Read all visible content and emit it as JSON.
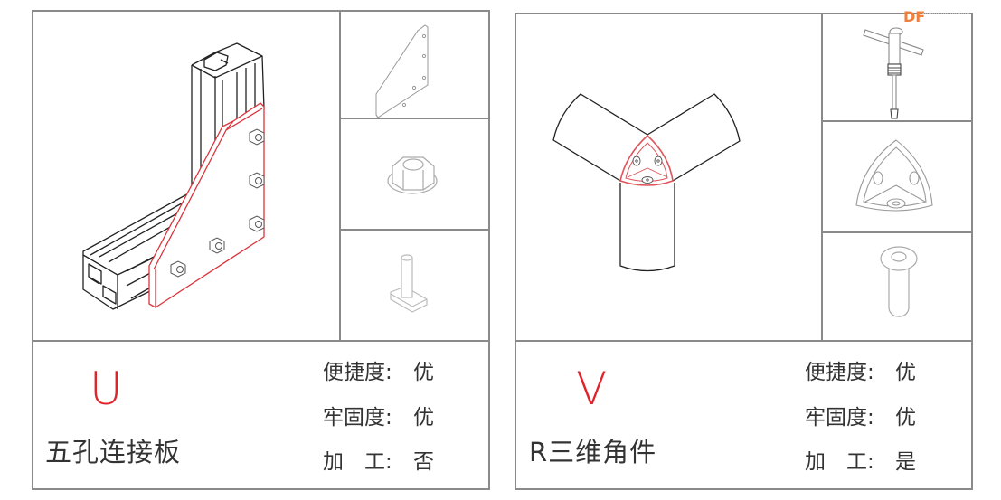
{
  "watermark": {
    "text": "DF",
    "color": "#f07f3c"
  },
  "accent_color": "#e0242c",
  "cards": [
    {
      "id": "U",
      "letter": "U",
      "name": "五孔连接板",
      "main_illustration": "aluminum-profile-L-joint-with-five-hole-plate",
      "parts": [
        "five-hole-plate",
        "flange-nut",
        "t-bolt"
      ],
      "specs": [
        {
          "label": "便捷度:",
          "value": "优"
        },
        {
          "label": "牢固度:",
          "value": "优"
        },
        {
          "label": "加　工:",
          "value": "否"
        }
      ]
    },
    {
      "id": "V",
      "letter": "V",
      "name": "R三维角件",
      "main_illustration": "three-way-tube-joint-with-r-corner-piece",
      "parts": [
        "tap-wrench",
        "r-corner-connector",
        "countersunk-screw"
      ],
      "specs": [
        {
          "label": "便捷度:",
          "value": "优"
        },
        {
          "label": "牢固度:",
          "value": "优"
        },
        {
          "label": "加　工:",
          "value": "是"
        }
      ]
    }
  ]
}
